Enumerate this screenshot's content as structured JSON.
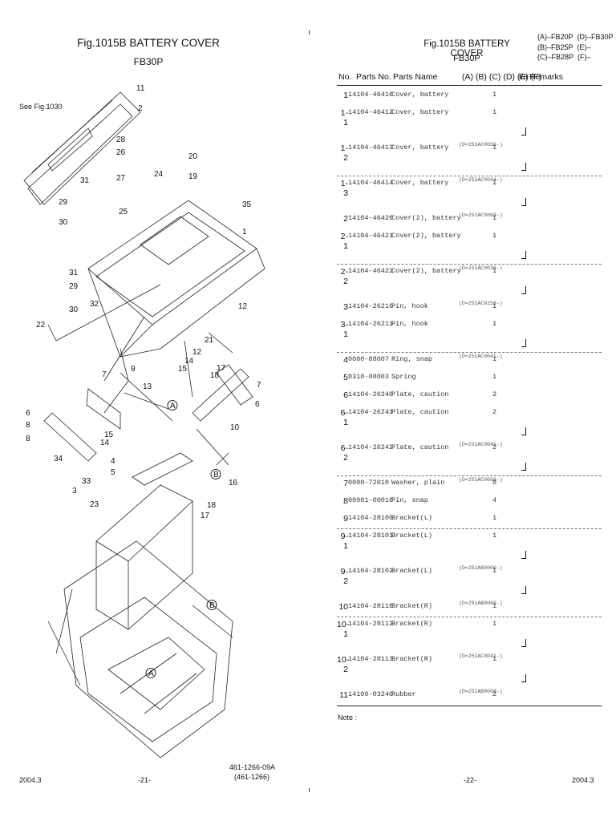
{
  "left_page": {
    "title": "Fig.1015B  BATTERY COVER",
    "subtitle": "FB30P",
    "see_fig": "See Fig.1030",
    "footer_date": "2004.3",
    "footer_page": "-21-",
    "footer_doc1": "461-1266-09A",
    "footer_doc2": "(461-1266)",
    "callouts": [
      "11",
      "2",
      "28",
      "26",
      "27",
      "24",
      "20",
      "19",
      "31",
      "29",
      "30",
      "25",
      "35",
      "1",
      "31",
      "29",
      "32",
      "30",
      "22",
      "12",
      "21",
      "12",
      "15",
      "14",
      "18",
      "17",
      "7",
      "9",
      "13",
      "A",
      "6",
      "8",
      "6",
      "7",
      "8",
      "15",
      "14",
      "10",
      "34",
      "33",
      "3",
      "4",
      "5",
      "B",
      "16",
      "23",
      "17",
      "18",
      "B",
      "A"
    ]
  },
  "right_page": {
    "title": "Fig.1015B  BATTERY COVER",
    "subtitle": "FB30P",
    "legend": [
      "(A)–FB20P",
      "(D)–FB30P",
      "(B)–FB25P",
      "(E)–",
      "(C)–FB28P",
      "(F)–"
    ],
    "headers": {
      "no": "No.",
      "parts_no": "Parts No.",
      "parts_name": "Parts Name",
      "cols": "(A) (B) (C) (D) (E) (F)",
      "ia": "i/a",
      "remarks": "Remarks"
    },
    "rows": [
      {
        "no": "1",
        "pn": "14104-46410",
        "name": "Cover, battery",
        "qty": "1",
        "tick": false,
        "note": ""
      },
      {
        "no": "1-1",
        "pn": "14104-46412",
        "name": "Cover, battery",
        "qty": "1",
        "tick": true,
        "note": "(D=251AC0036-)"
      },
      {
        "no": "1-2",
        "pn": "14104-46413",
        "name": "Cover, battery",
        "qty": "1",
        "tick": true,
        "note": "(D=251AC0044-)"
      },
      {
        "no": "1-3",
        "pn": "14104-46414",
        "name": "Cover, battery",
        "qty": "1",
        "tick": true,
        "note": "(D=251AC0069-)"
      },
      {
        "no": "2",
        "pn": "14104-46420",
        "name": "Cover(2), battery",
        "qty": "1",
        "tick": false,
        "note": ""
      },
      {
        "no": "2-1",
        "pn": "14104-46421",
        "name": "Cover(2), battery",
        "qty": "1",
        "tick": true,
        "note": "(D=251AC0036-)"
      },
      {
        "no": "2-2",
        "pn": "14104-46422",
        "name": "Cover(2), battery",
        "qty": "1",
        "tick": true,
        "note": "(D=251AC0158-)"
      },
      {
        "no": "3",
        "pn": "14104-26210",
        "name": "Pin, hook",
        "qty": "1",
        "tick": false,
        "note": ""
      },
      {
        "no": "3-1",
        "pn": "14104-26211",
        "name": "Pin, hook",
        "qty": "1",
        "tick": true,
        "note": "(D=251AC0041-)"
      },
      {
        "no": "4",
        "pn": "0000-88007",
        "name": "Ring, snap",
        "qty": "1",
        "tick": false,
        "note": ""
      },
      {
        "no": "5",
        "pn": "0310-08003",
        "name": "Spring",
        "qty": "1",
        "tick": false,
        "note": ""
      },
      {
        "no": "6",
        "pn": "14104-26240",
        "name": "Plate, caution",
        "qty": "2",
        "tick": false,
        "note": ""
      },
      {
        "no": "6-1",
        "pn": "14104-26241",
        "name": "Plate, caution",
        "qty": "2",
        "tick": true,
        "note": "(D=251AC0041-)"
      },
      {
        "no": "6-2",
        "pn": "14104-26242",
        "name": "Plate, caution",
        "qty": "2",
        "tick": true,
        "note": "(D=251AC0069-)"
      },
      {
        "no": "7",
        "pn": "0000-72010",
        "name": "Washer, plain",
        "qty": "8",
        "tick": false,
        "note": ""
      },
      {
        "no": "8",
        "pn": "00001-00010",
        "name": "Pin, snap",
        "qty": "4",
        "tick": false,
        "note": ""
      },
      {
        "no": "9",
        "pn": "14104-28100",
        "name": "Bracket(L)",
        "qty": "1",
        "tick": false,
        "note": ""
      },
      {
        "no": "9-1",
        "pn": "14104-28101",
        "name": "Bracket(L)",
        "qty": "1",
        "tick": true,
        "note": "(D=251AB0006-)"
      },
      {
        "no": "9-2",
        "pn": "14104-28102",
        "name": "Bracket(L)",
        "qty": "1",
        "tick": true,
        "note": "(D=251AB0069-)"
      },
      {
        "no": "10",
        "pn": "14104-28110",
        "name": "Bracket(R)",
        "qty": "1",
        "tick": false,
        "note": ""
      },
      {
        "no": "10-1",
        "pn": "14104-28112",
        "name": "Bracket(R)",
        "qty": "1",
        "tick": true,
        "note": "(D=251AC0041-)"
      },
      {
        "no": "10-2",
        "pn": "14104-28113",
        "name": "Bracket(R)",
        "qty": "1",
        "tick": true,
        "note": "(D=251AB0069-)"
      },
      {
        "no": "11",
        "pn": "14100-03240",
        "name": "Rubber",
        "qty": "2",
        "tick": false,
        "note": ""
      }
    ],
    "note_label": "Note :",
    "footer_page": "-22-",
    "footer_date": "2004.3"
  }
}
